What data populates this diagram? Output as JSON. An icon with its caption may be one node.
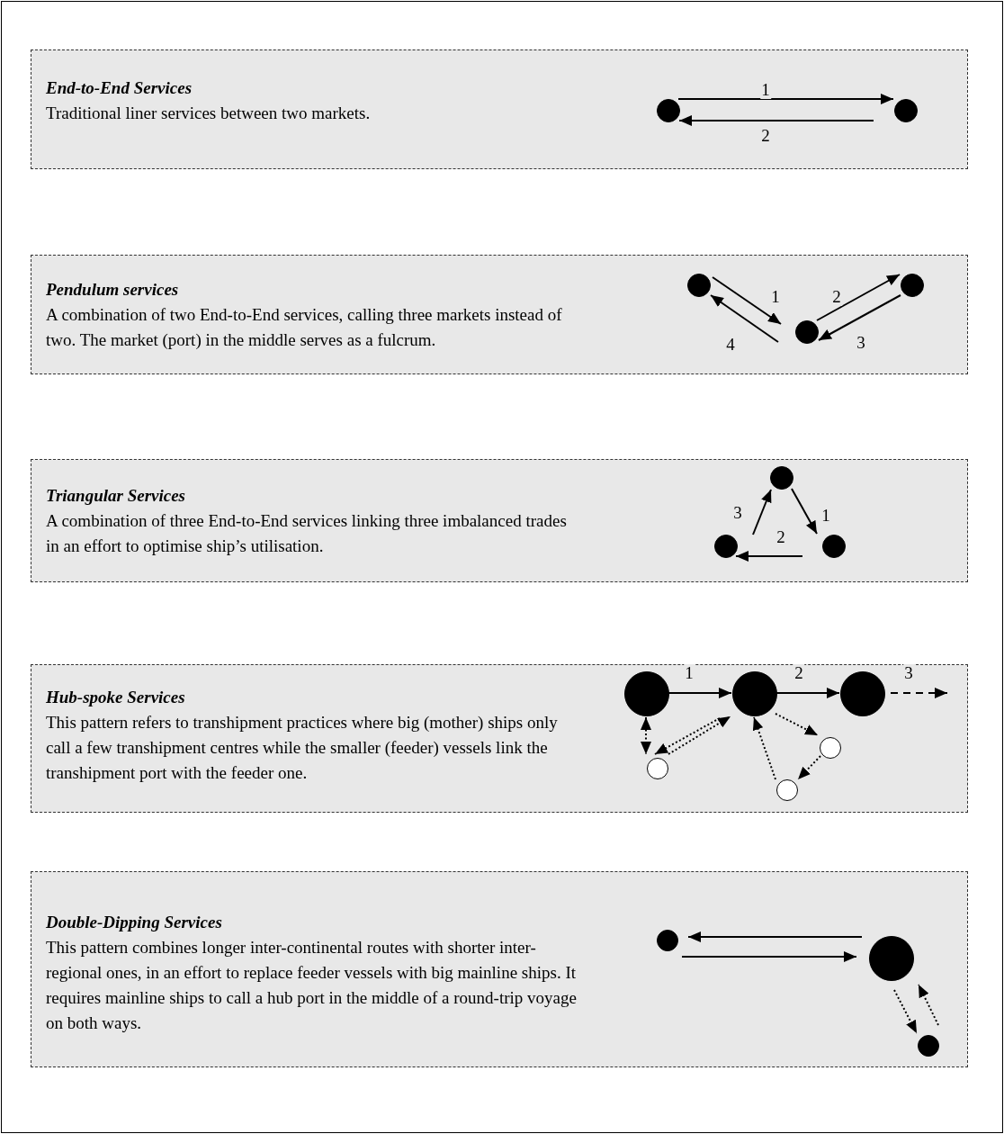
{
  "diagram": {
    "nodes": [
      {
        "text": [
          "End-to-End Services",
          "Traditional liner services between two markets."
        ]
      },
      {
        "text": [],
        "shape": "circle",
        "in": 0
      },
      {
        "text": [],
        "shape": "circle",
        "in": 0
      },
      {
        "text": [
          "Pendulum services",
          "A combination of two End-to-End services, calling three markets instead of two. The market (port) in the middle serves as a fulcrum."
        ]
      },
      {
        "text": [],
        "shape": "circle",
        "in": 3
      },
      {
        "text": [],
        "shape": "circle",
        "in": 3
      },
      {
        "text": [],
        "shape": "circle",
        "in": 3
      },
      {
        "text": [
          "Triangular Services",
          "A combination of three End-to-End services linking three imbalanced trades in an effort to optimise ship’s utilisation."
        ]
      },
      {
        "text": [],
        "shape": "circle",
        "in": 7
      },
      {
        "text": [],
        "shape": "circle",
        "in": 7
      },
      {
        "text": [],
        "shape": "circle",
        "in": 7
      },
      {
        "text": [
          "Hub-spoke Services",
          "This pattern refers to transhipment practices where big (mother) ships only call a few transhipment centres while the smaller (feeder) vessels link the transhipment port with the feeder one."
        ]
      },
      {
        "text": [],
        "shape": "circle",
        "in": 11
      },
      {
        "text": [],
        "shape": "circle",
        "in": 11
      },
      {
        "text": [],
        "shape": "circle",
        "in": 11
      },
      {
        "text": [],
        "shape": "circle",
        "in": 11
      },
      {
        "text": [],
        "shape": "circle",
        "in": 11
      },
      {
        "text": [],
        "shape": "circle",
        "in": 11
      },
      {
        "text": [
          "Double-Dipping Services",
          "This pattern combines longer inter-continental routes with shorter inter-regional ones, in an effort to replace feeder vessels with big mainline ships. It requires mainline ships to call a hub port in the middle of a round-trip voyage on both ways."
        ]
      },
      {
        "text": [],
        "shape": "circle",
        "in": 18
      },
      {
        "text": [],
        "shape": "circle",
        "in": 18
      },
      {
        "text": [],
        "shape": "circle",
        "in": 18
      }
    ],
    "edges": [
      {
        "from": 1,
        "to": 2,
        "arrow": "to",
        "label": "1"
      },
      {
        "from": 2,
        "to": 1,
        "arrow": "to",
        "label": "2"
      },
      {
        "from": 4,
        "to": 5,
        "arrow": "to",
        "label": "1"
      },
      {
        "from": 5,
        "to": 6,
        "arrow": "to",
        "label": "2"
      },
      {
        "from": 6,
        "to": 5,
        "arrow": "to",
        "label": "3"
      },
      {
        "from": 5,
        "to": 4,
        "arrow": "to",
        "label": "4"
      },
      {
        "from": 8,
        "to": 10,
        "arrow": "to",
        "label": "1"
      },
      {
        "from": 10,
        "to": 9,
        "arrow": "to",
        "label": "2"
      },
      {
        "from": 9,
        "to": 8,
        "arrow": "to",
        "label": "3"
      },
      {
        "from": 12,
        "to": 13,
        "arrow": "to",
        "label": "1"
      },
      {
        "from": 13,
        "to": 14,
        "arrow": "to",
        "label": "2"
      },
      {
        "from": 14,
        "to": null,
        "arrow": "to",
        "label": "3",
        "style": "dashed"
      },
      {
        "from": 12,
        "to": 15,
        "arrow": "both",
        "style": "dashed"
      },
      {
        "from": 13,
        "to": 15,
        "arrow": "to",
        "style": "dashed"
      },
      {
        "from": 15,
        "to": 13,
        "arrow": "to",
        "style": "dashed"
      },
      {
        "from": 13,
        "to": 16,
        "arrow": "to",
        "style": "dashed"
      },
      {
        "from": 16,
        "to": 17,
        "arrow": "to",
        "style": "dashed"
      },
      {
        "from": 17,
        "to": 13,
        "arrow": "to",
        "style": "dashed"
      },
      {
        "from": 20,
        "to": 19,
        "arrow": "to"
      },
      {
        "from": 19,
        "to": 20,
        "arrow": "to"
      },
      {
        "from": 20,
        "to": 21,
        "arrow": "to",
        "style": "dashed"
      },
      {
        "from": 21,
        "to": 20,
        "arrow": "to",
        "style": "dashed"
      }
    ]
  }
}
